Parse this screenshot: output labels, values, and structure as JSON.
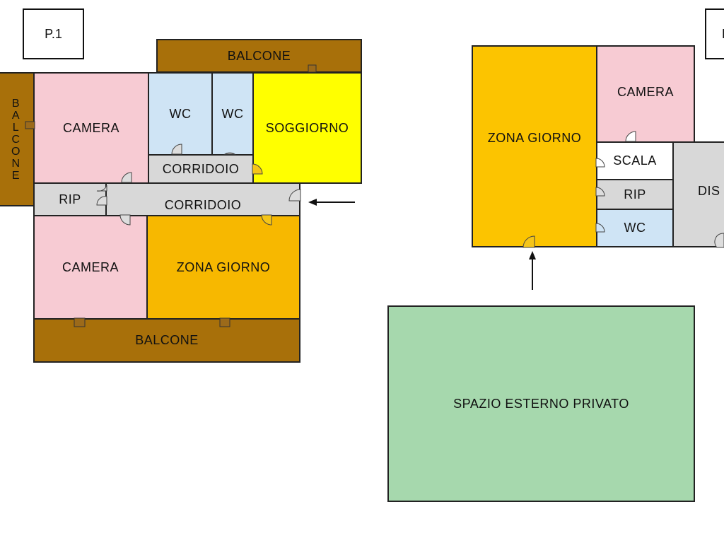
{
  "floor1": {
    "label": "P.1",
    "rooms": {
      "balcone_top": "BALCONE",
      "balcone_left_letters": [
        "B",
        "A",
        "L",
        "C",
        "O",
        "N",
        "E"
      ],
      "camera_top": "CAMERA",
      "wc1": "WC",
      "wc2": "WC",
      "soggiorno": "SOGGIORNO",
      "corridoio_small": "CORRIDOIO",
      "rip": "RIP",
      "corridoio_main": "CORRIDOIO",
      "camera_bottom": "CAMERA",
      "zona_giorno": "ZONA GIORNO",
      "balcone_bottom": "BALCONE"
    }
  },
  "floor0": {
    "label": "P",
    "rooms": {
      "zona_giorno": "ZONA GIORNO",
      "camera": "CAMERA",
      "scala": "SCALA",
      "rip": "RIP",
      "wc": "WC",
      "dis": "DIS",
      "spazio_esterno": "SPAZIO ESTERNO PRIVATO"
    }
  },
  "colors": {
    "balcone": "#a8700a",
    "camera": "#f7cbd3",
    "wc": "#cfe4f5",
    "soggiorno": "#ffff00",
    "corridoio": "#d8d8d8",
    "zona_giorno": "#f7b800",
    "zona_giorno_p0": "#fcc400",
    "esterno": "#a6d8ad",
    "scala": "#ffffff"
  }
}
